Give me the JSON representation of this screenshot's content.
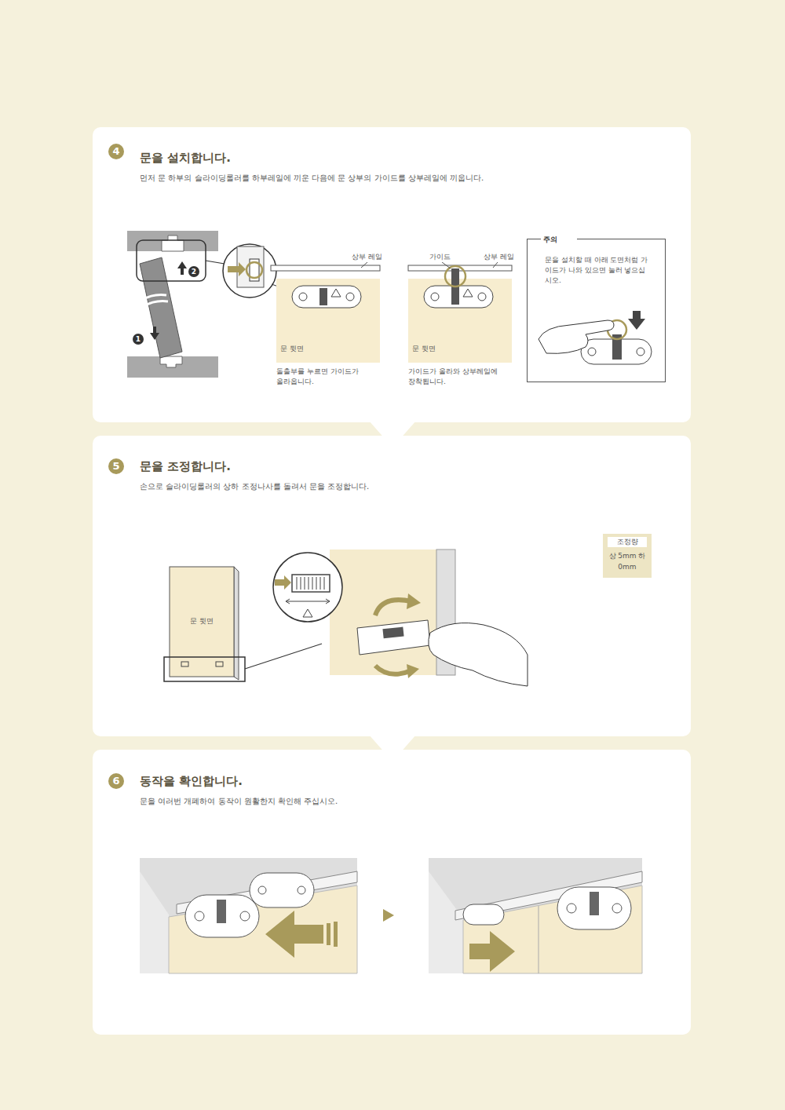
{
  "diagram": {
    "nodes": [
      {
        "text": [
          "문을 설치합니다.",
          "먼저 문 하부의 슬라이딩롤러를 하부레일에 끼운 다음에 문 상부의 가이드를 상부레일에 끼웁니다."
        ]
      },
      {
        "text": [
          "4"
        ],
        "in": 0
      },
      {
        "text": [
          "문 뒷면"
        ],
        "in": 0
      },
      {
        "text": [
          "문 뒷면"
        ],
        "in": 0
      },
      {
        "text": [
          "주의",
          "문을 설치할 때 아래 도면처럼 가이드가 나와 있으면 눌러 넣으십시오."
        ],
        "in": 0
      },
      {
        "text": [
          "문을 조정합니다.",
          "손으로 슬라이딩롤러의 상하 조정나사를 돌려서 문을 조정합니다."
        ]
      },
      {
        "text": [
          "5"
        ],
        "in": 5
      },
      {
        "text": [
          "문 뒷면"
        ],
        "in": 5
      },
      {
        "text": [
          "조정량",
          "상 5mm 하 0mm"
        ],
        "in": 5
      },
      {
        "text": [
          "동작을 확인합니다.",
          "문을 여러번 개폐하여 동작이 원활한지 확인해 주십시오."
        ]
      },
      {
        "text": [
          "6"
        ],
        "in": 9
      }
    ],
    "labels": [
      "1",
      "2",
      "상부 레일",
      "돌출부를 누르면 가이드가 올라옵니다.",
      "가이드",
      "상부 레일",
      "가이드가 올라와 상부레일에 장착됩니다."
    ]
  }
}
